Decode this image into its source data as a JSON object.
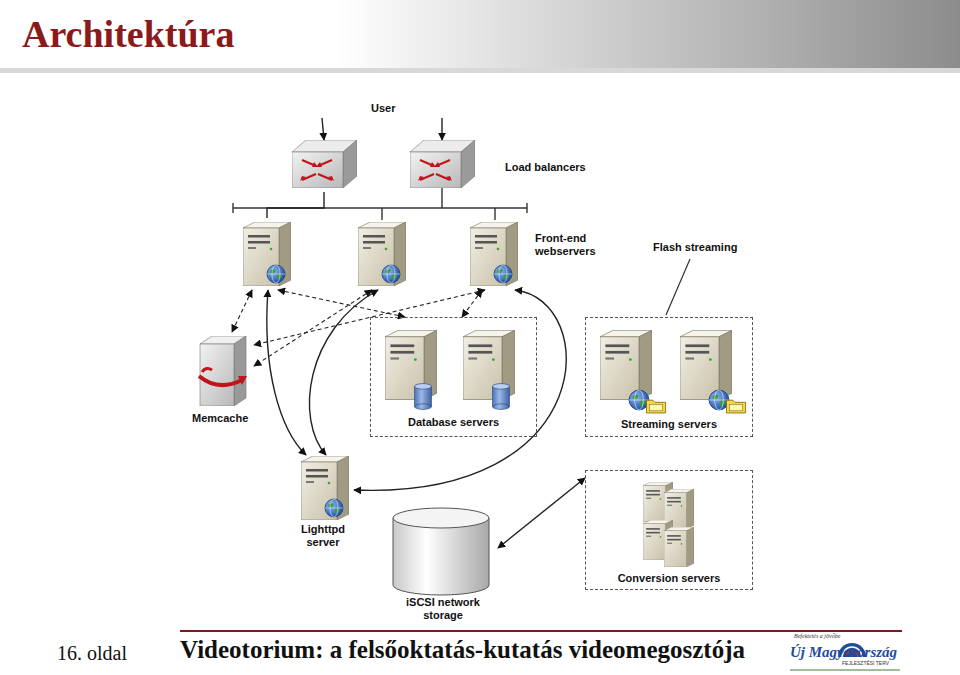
{
  "diagram": {
    "title": "Architektúra",
    "caption": "Videotorium: a felsőoktatás-kutatás videomegosztója",
    "nodes": [
      {
        "text": [
          "User"
        ]
      },
      {
        "text": [
          "Load balancers"
        ]
      },
      {
        "text": [
          "Front-end webservers"
        ]
      },
      {
        "text": [
          "Memcache"
        ]
      },
      {
        "text": [
          "Database servers"
        ]
      },
      {
        "text": [
          "Streaming servers"
        ]
      },
      {
        "text": [
          "Lighttpd server"
        ]
      },
      {
        "text": [
          "iSCSI network storage"
        ]
      },
      {
        "text": [
          "Conversion servers"
        ]
      }
    ],
    "edges": [
      {
        "from": 0,
        "to": 1,
        "arrow": "to"
      },
      {
        "from": 0,
        "to": 1,
        "arrow": "to"
      },
      {
        "from": 1,
        "to": 2,
        "arrow": "none"
      },
      {
        "from": 2,
        "to": 3,
        "arrow": "both"
      },
      {
        "from": 2,
        "to": 3,
        "arrow": "both"
      },
      {
        "from": 2,
        "to": 3,
        "arrow": "both"
      },
      {
        "from": 2,
        "to": 4,
        "arrow": "both"
      },
      {
        "from": 2,
        "to": 4,
        "arrow": "both"
      },
      {
        "from": 2,
        "to": 6,
        "arrow": "both"
      },
      {
        "from": 2,
        "to": 6,
        "arrow": "both"
      },
      {
        "from": 2,
        "to": 6,
        "arrow": "both"
      },
      {
        "from": 7,
        "to": 8,
        "arrow": "both"
      }
    ],
    "labels": [
      "Flash streaming",
      "16. oldal",
      "Befektetés a jövőbe",
      "Új Magyarország",
      "FEJLESZTÉSI TERV"
    ]
  }
}
